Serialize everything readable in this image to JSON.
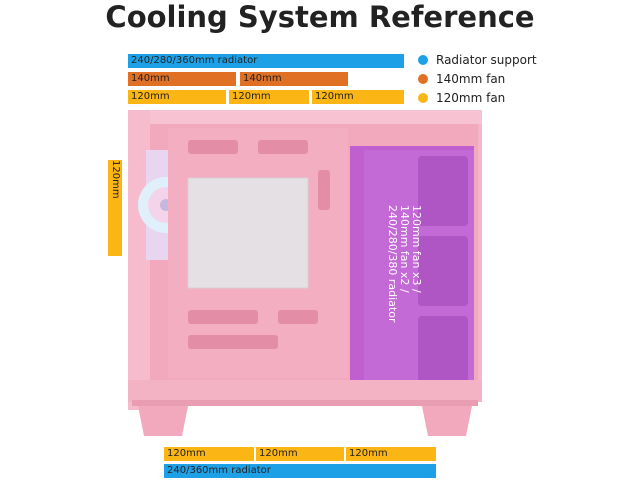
{
  "title": "Cooling System Reference",
  "top_bars": {
    "radiator": "240/280/360mm radiator",
    "fan140": [
      "140mm",
      "140mm"
    ],
    "fan120": [
      "120mm",
      "120mm",
      "120mm"
    ]
  },
  "legend": [
    {
      "label": "Radiator support",
      "color": "#1ea0e6"
    },
    {
      "label": "140mm fan",
      "color": "#e07024"
    },
    {
      "label": "120mm fan",
      "color": "#fbb514"
    }
  ],
  "side_bar": "120mm",
  "panel_text": [
    "120mm fan x3 /",
    "140mm fan x2 /",
    "240/280/380 radiator"
  ],
  "bottom_bars": {
    "fan120": [
      "120mm",
      "120mm",
      "120mm"
    ],
    "radiator": "240/360mm radiator"
  }
}
